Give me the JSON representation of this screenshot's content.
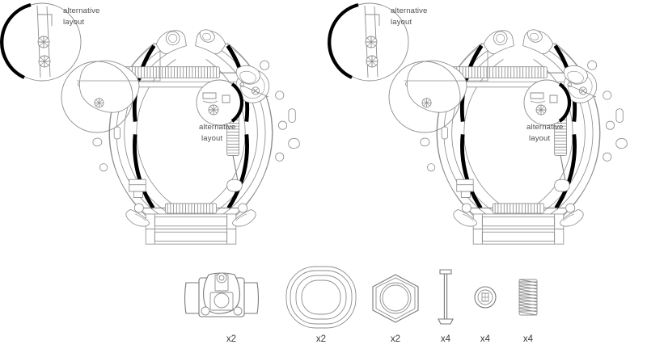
{
  "document": {
    "type": "technical-exploded-diagram",
    "subject": "Drum brake shoe kit",
    "background_color": "#ffffff",
    "line_color": "#8d8d8d",
    "lining_color": "#000000",
    "text_color": "#4f4f4f"
  },
  "assemblies": [
    {
      "id": "left-brake-shoe-assembly",
      "name": "Left brake shoe set",
      "callouts": [
        {
          "id": "left-upper-callout",
          "label_line1": "alternative",
          "label_line2": "layout",
          "detail": "lining-edge-with-rivets"
        },
        {
          "id": "left-lower-callout",
          "label_line1": "alternative",
          "label_line2": "layout",
          "detail": "adjuster-lever-pivot"
        }
      ]
    },
    {
      "id": "right-brake-shoe-assembly",
      "name": "Right brake shoe set",
      "callouts": [
        {
          "id": "right-upper-callout",
          "label_line1": "alternative",
          "label_line2": "layout",
          "detail": "lining-edge-with-rivets"
        },
        {
          "id": "right-lower-callout",
          "label_line1": "alternative",
          "label_line2": "layout",
          "detail": "adjuster-lever-pivot"
        }
      ]
    }
  ],
  "parts": [
    {
      "id": "wheel-cylinder",
      "name": "Wheel brake cylinder",
      "quantity_label": "x2"
    },
    {
      "id": "dust-boot-seal",
      "name": "Dust boot / sealing ring",
      "quantity_label": "x2"
    },
    {
      "id": "hex-nut",
      "name": "Hexagon nut",
      "quantity_label": "x2"
    },
    {
      "id": "hold-down-pin",
      "name": "Hold-down pin",
      "quantity_label": "x4"
    },
    {
      "id": "retainer-washer",
      "name": "Retainer cap washer",
      "quantity_label": "x4"
    },
    {
      "id": "hold-down-spring",
      "name": "Hold-down spring",
      "quantity_label": "x4"
    }
  ]
}
